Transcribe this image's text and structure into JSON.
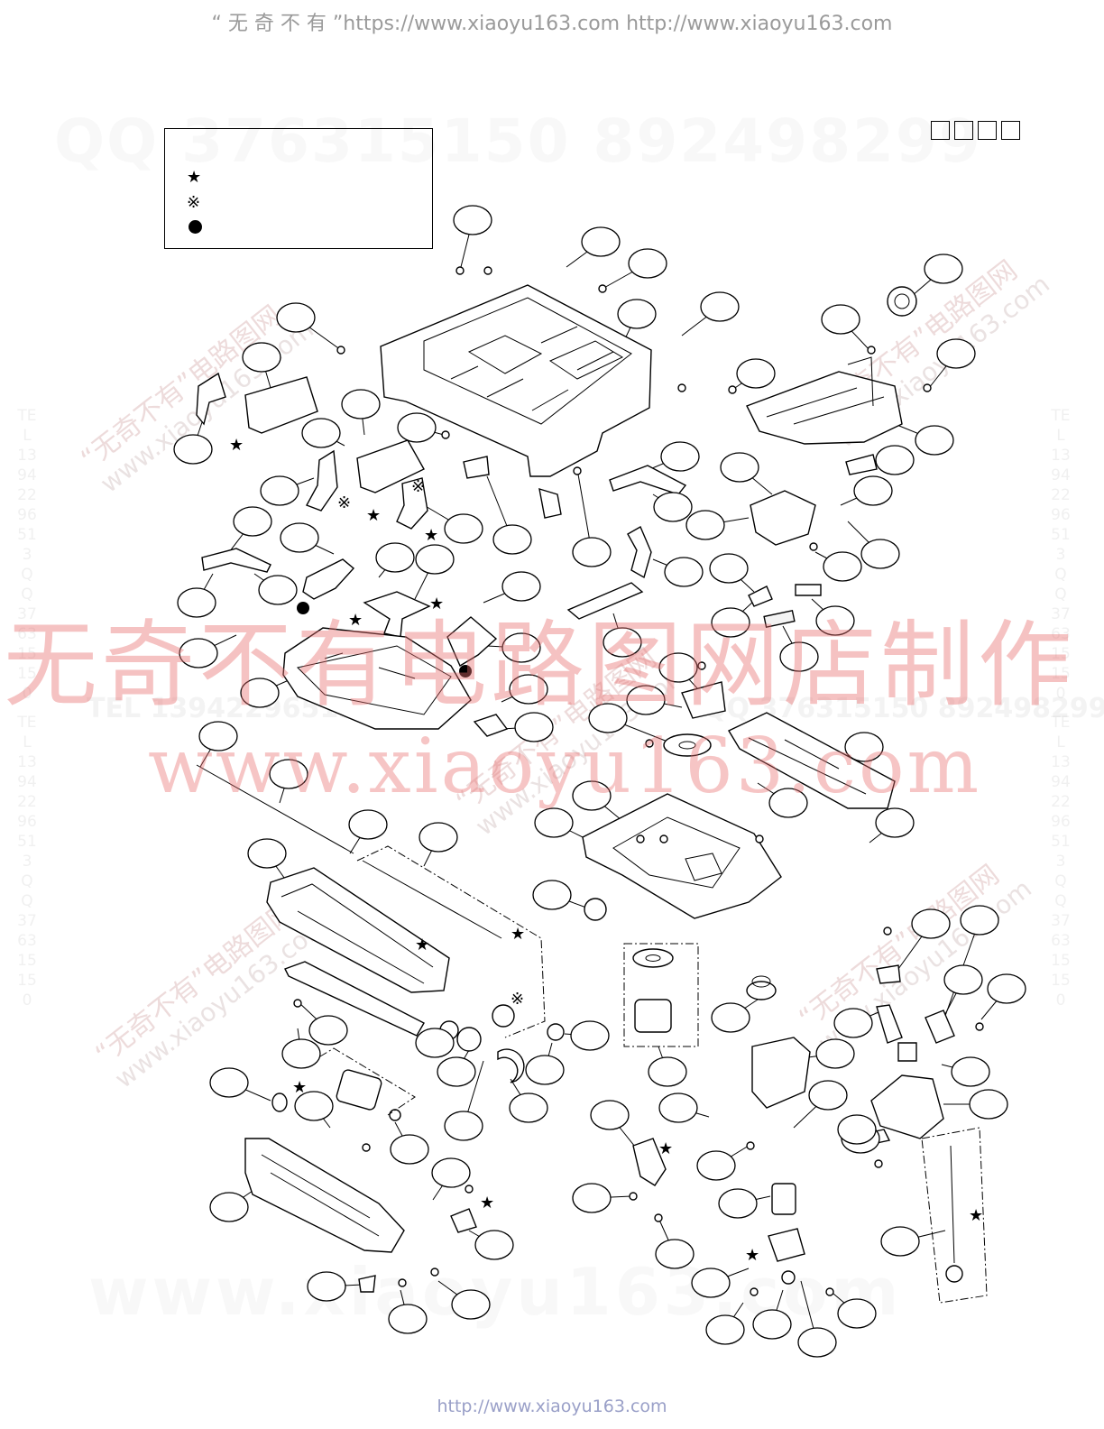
{
  "header": {
    "url_text": "“ 无 奇 不 有 ”https://www.xiaoyu163.com http://www.xiaoyu163.com"
  },
  "footer": {
    "url_text": "http://www.xiaoyu163.com"
  },
  "legend": {
    "items": [
      {
        "symbol": "★",
        "symbol_name": "star-mark",
        "label": ""
      },
      {
        "symbol": "※",
        "symbol_name": "reference-mark",
        "label": ""
      },
      {
        "symbol": "",
        "symbol_name": "solid-dot-mark",
        "label": ""
      }
    ]
  },
  "corner_boxes": {
    "count": 4
  },
  "markers": {
    "star": "★",
    "reference": "※"
  },
  "watermarks": {
    "qq_line": "QQ 376315150   892498299",
    "big_cn": "无奇不有电路图网店制作",
    "big_url": "www.xiaoyu163.com",
    "bottom_url": "www.xiaoyu163.com",
    "diag_cn": "“无奇不有”电路图网",
    "diag_url": "www.xiaoyu163.com",
    "tel_left": "TEL 13942296513",
    "tel_right": "QQ 376315150 892498299",
    "vertical": "TEL 13942296513 QQ 376315150"
  },
  "colors": {
    "line": "#000000",
    "watermark_red": "#e86e6e",
    "watermark_gray": "#c8c8c8",
    "footer_link": "#9aa0c8"
  }
}
